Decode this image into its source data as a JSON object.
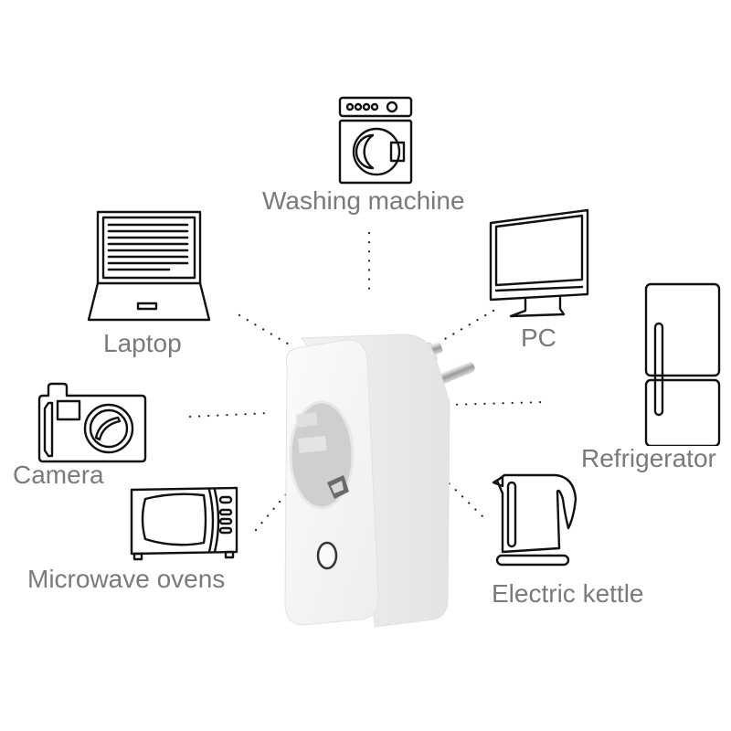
{
  "appliances": [
    {
      "id": "washing-machine",
      "label": "Washing machine",
      "icon": "washing-machine-icon"
    },
    {
      "id": "laptop",
      "label": "Laptop",
      "icon": "laptop-icon"
    },
    {
      "id": "pc",
      "label": "PC",
      "icon": "monitor-icon"
    },
    {
      "id": "refrigerator",
      "label": "Refrigerator",
      "icon": "refrigerator-icon"
    },
    {
      "id": "camera",
      "label": "Camera",
      "icon": "camera-icon"
    },
    {
      "id": "microwave",
      "label": "Microwave ovens",
      "icon": "microwave-icon"
    },
    {
      "id": "kettle",
      "label": "Electric kettle",
      "icon": "kettle-icon"
    }
  ],
  "product": {
    "name": "smart-plug",
    "icon": "smart-plug-icon"
  },
  "colors": {
    "label": "#7a7a7a",
    "line": "#111111",
    "plug_body": "#f4f4f4",
    "socket": "#c9c9c9"
  }
}
